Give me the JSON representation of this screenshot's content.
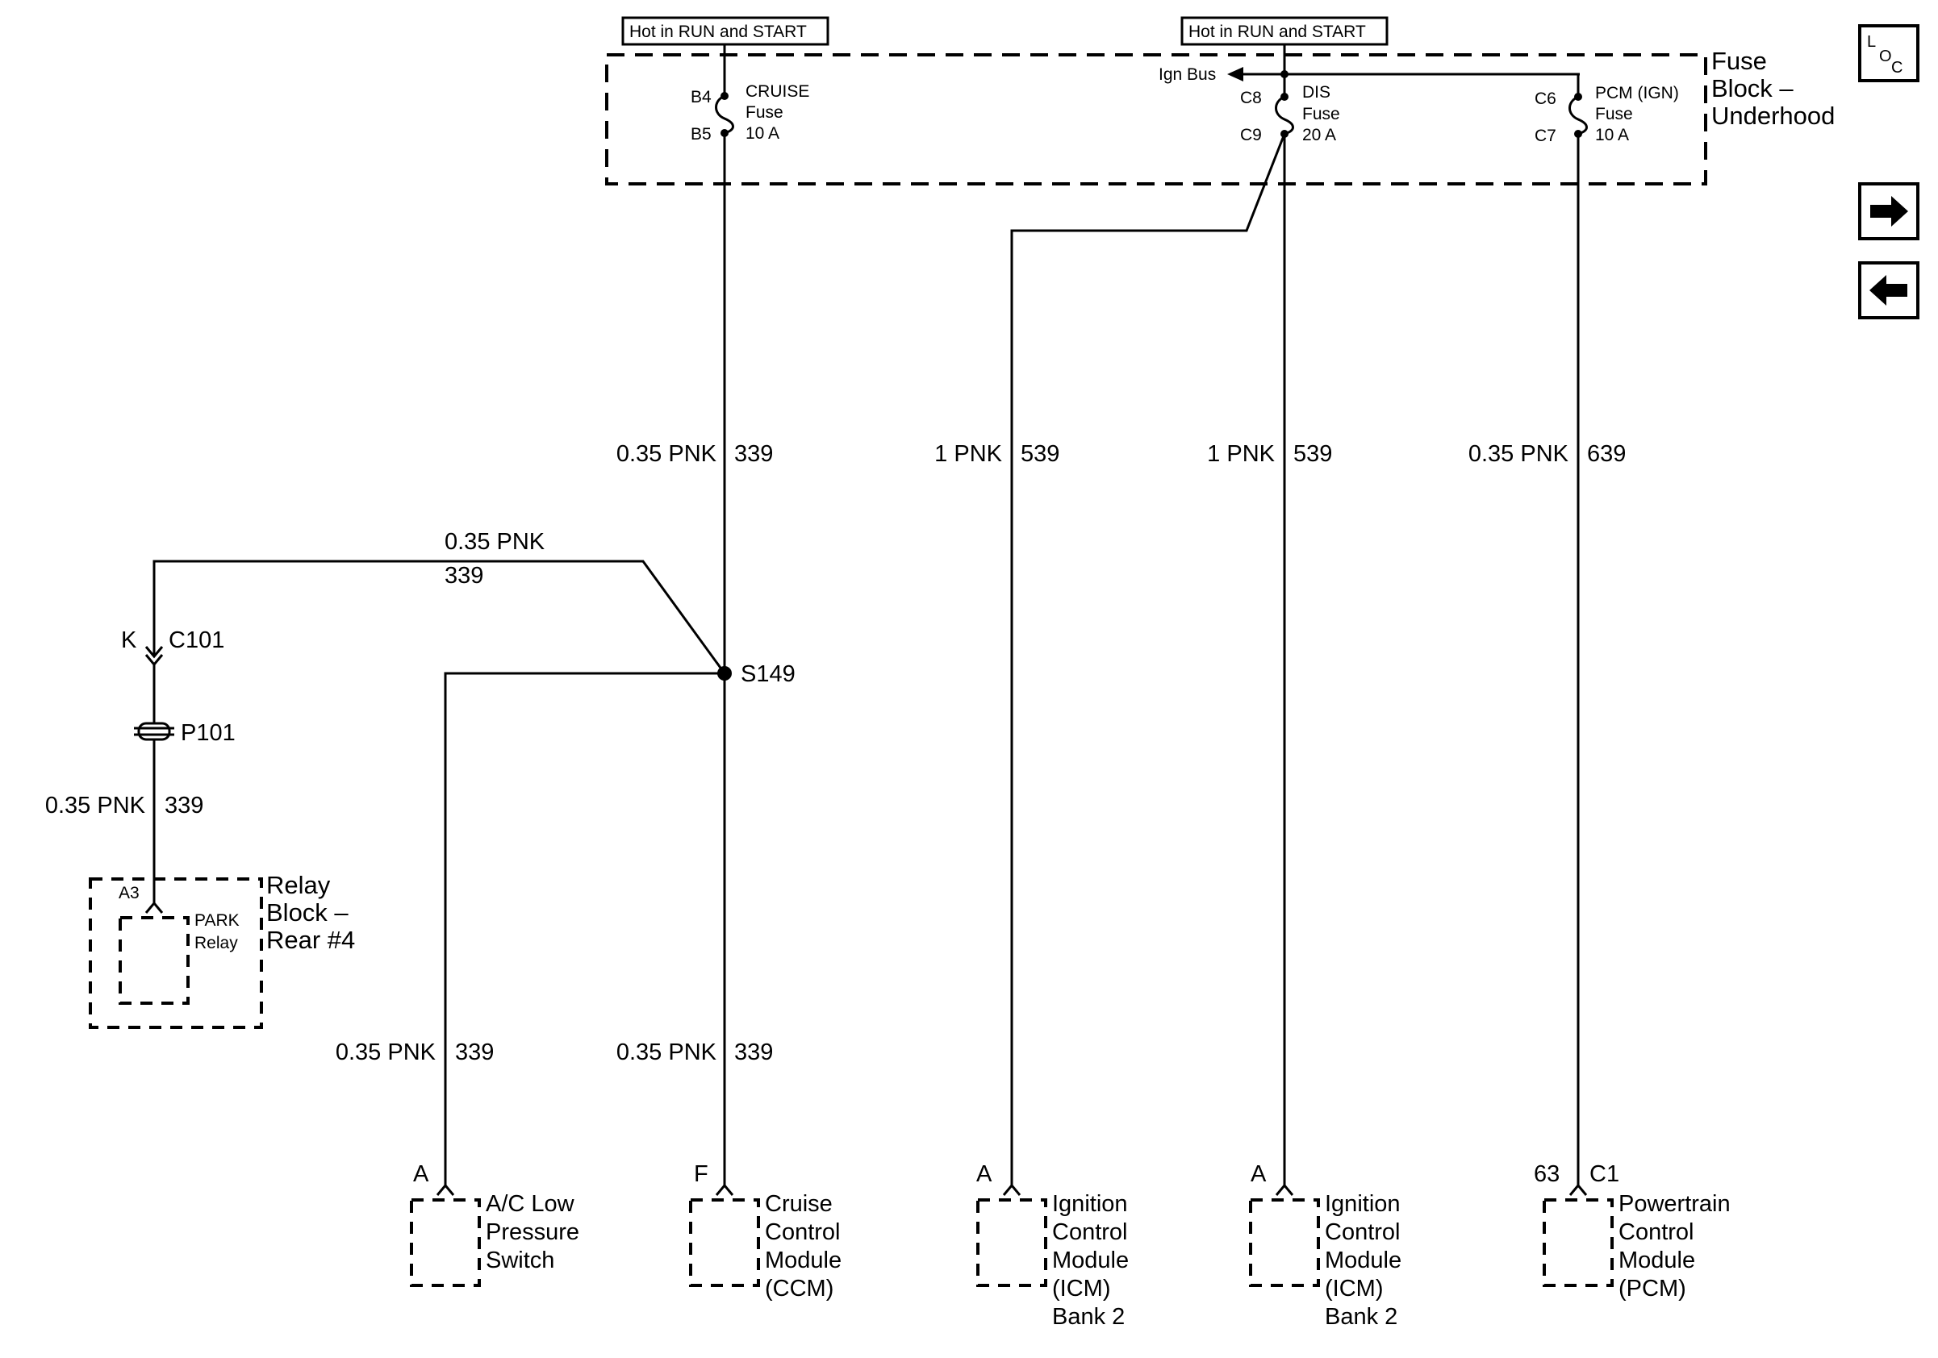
{
  "top_labels": {
    "left": "Hot in RUN and START",
    "right": "Hot in RUN and START"
  },
  "fuse_block": {
    "title_line1": "Fuse",
    "title_line2": "Block –",
    "title_line3": "Underhood",
    "ign_bus": "Ign Bus",
    "cruise_fuse": {
      "pin_top": "B4",
      "pin_bottom": "B5",
      "name": "CRUISE",
      "type": "Fuse",
      "rating": "10 A"
    },
    "dis_fuse": {
      "pin_top": "C8",
      "pin_bottom": "C9",
      "name": "DIS",
      "type": "Fuse",
      "rating": "20 A"
    },
    "pcm_fuse": {
      "pin_top": "C6",
      "pin_bottom": "C7",
      "name": "PCM (IGN)",
      "type": "Fuse",
      "rating": "10 A"
    }
  },
  "wires": {
    "cruise_feed": {
      "gauge_color": "0.35 PNK",
      "circuit": "339"
    },
    "icm_left": {
      "gauge_color": "1 PNK",
      "circuit": "539"
    },
    "icm_right": {
      "gauge_color": "1 PNK",
      "circuit": "539"
    },
    "pcm_feed": {
      "gauge_color": "0.35 PNK",
      "circuit": "639"
    },
    "to_relay_top": {
      "gauge_color": "0.35 PNK",
      "circuit": "339"
    },
    "relay_feed": {
      "gauge_color": "0.35 PNK",
      "circuit": "339"
    },
    "ac_feed": {
      "gauge_color": "0.35 PNK",
      "circuit": "339"
    },
    "ccm_feed": {
      "gauge_color": "0.35 PNK",
      "circuit": "339"
    }
  },
  "splice": "S149",
  "connector": {
    "pin": "K",
    "name": "C101"
  },
  "pass_through": "P101",
  "relay_block": {
    "title_line1": "Relay",
    "title_line2": "Block –",
    "title_line3": "Rear #4",
    "pin": "A3",
    "relay_line1": "PARK",
    "relay_line2": "Relay"
  },
  "components": [
    {
      "pin": "A",
      "lines": [
        "A/C Low",
        "Pressure",
        "Switch"
      ]
    },
    {
      "pin": "F",
      "lines": [
        "Cruise",
        "Control",
        "Module",
        "(CCM)"
      ]
    },
    {
      "pin": "A",
      "lines": [
        "Ignition",
        "Control",
        "Module",
        "(ICM)",
        "Bank 2"
      ]
    },
    {
      "pin": "A",
      "lines": [
        "Ignition",
        "Control",
        "Module",
        "(ICM)",
        "Bank 2"
      ]
    },
    {
      "pin": "63",
      "conn": "C1",
      "lines": [
        "Powertrain",
        "Control",
        "Module",
        "(PCM)"
      ]
    }
  ],
  "nav": {
    "loc_l": "L",
    "loc_o": "O",
    "loc_c": "C",
    "next_icon": "right-arrow-icon",
    "prev_icon": "left-arrow-icon"
  }
}
